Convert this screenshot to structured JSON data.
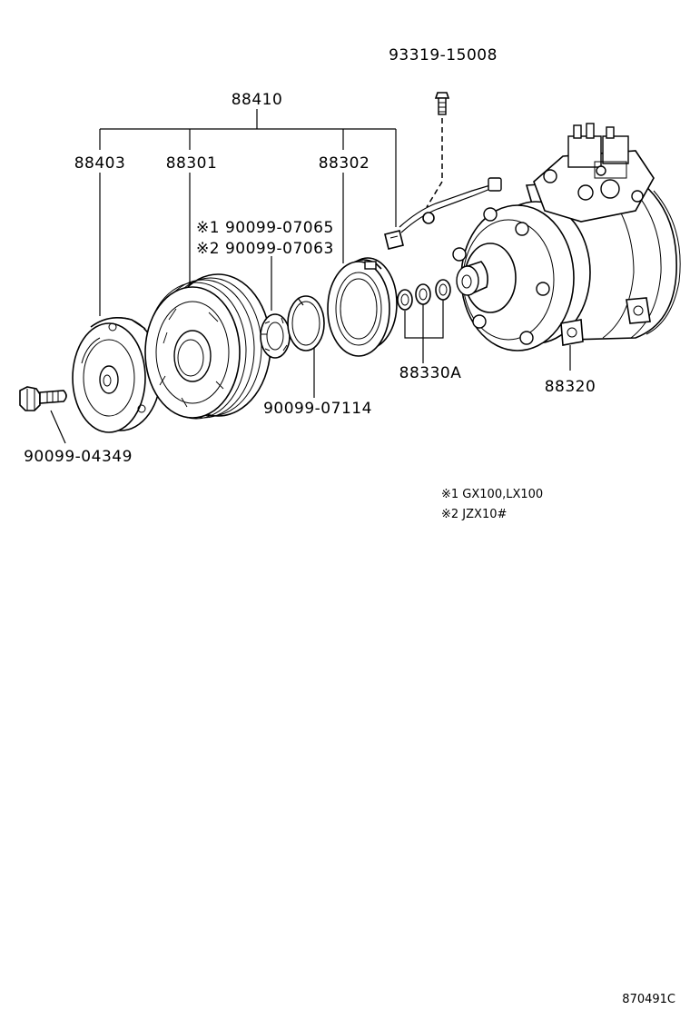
{
  "labels": {
    "clutch_assembly": "88410",
    "pressure_plate": "88403",
    "pulley": "88301",
    "stator": "88302",
    "bolt": "90099-04349",
    "shim_note1": "※1 90099-07065",
    "shim_note2": "※2 90099-07063",
    "snap_ring": "90099-07114",
    "shims": "88330A",
    "compressor": "88320",
    "screw": "93319-15008"
  },
  "notes": [
    "※1 GX100,LX100",
    "※2 JZX10#"
  ],
  "figure_code": "870491C"
}
